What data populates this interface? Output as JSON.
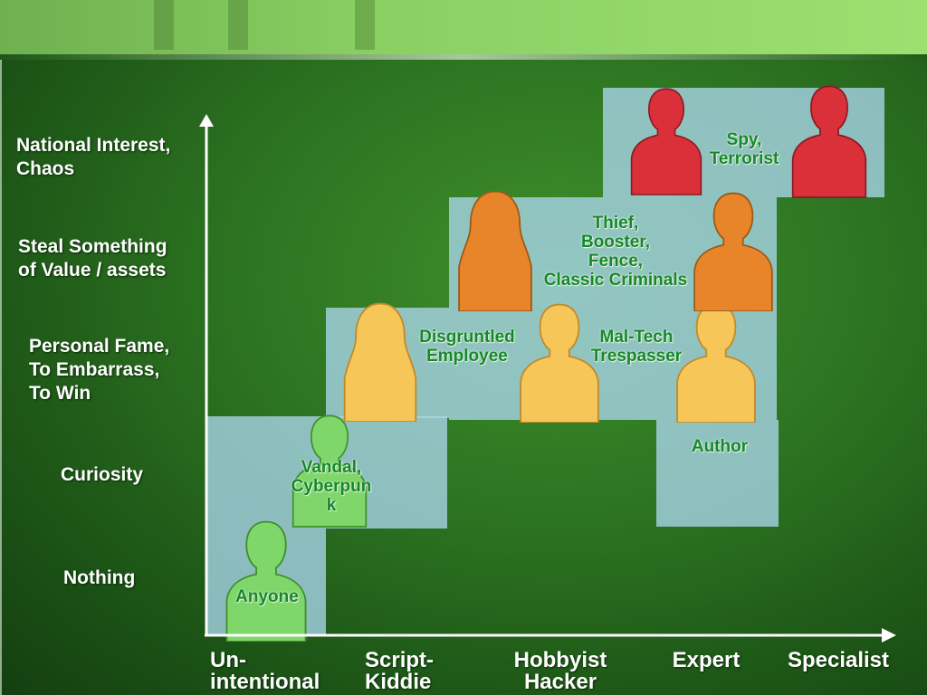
{
  "y_levels": [
    "National Interest,\nChaos",
    "Steal Something\nof Value / assets",
    "Personal Fame,\nTo Embarrass,\nTo Win",
    "Curiosity",
    "Nothing"
  ],
  "x_levels": [
    "Un-\nintentional",
    "Script-\nKiddie",
    "Hobbyist\nHacker",
    "Expert",
    "Specialist"
  ],
  "actors": {
    "anyone": "Anyone",
    "vandal": "Vandal,\nCyberpun\nk",
    "disgruntled": "Disgruntled\nEmployee",
    "mal_tech": "Mal-Tech\nTrespasser",
    "author": "Author",
    "thief": "Thief,\nBooster,\nFence,\nClassic Criminals",
    "spy": "Spy,\nTerrorist"
  },
  "colors": {
    "background": "#2d7422",
    "region_fill": "#a9d8f0",
    "figure_green": "#7fd66a",
    "figure_yellow": "#f7c659",
    "figure_orange": "#e8852a",
    "figure_red": "#d9303a",
    "actor_text": "#16882a"
  }
}
